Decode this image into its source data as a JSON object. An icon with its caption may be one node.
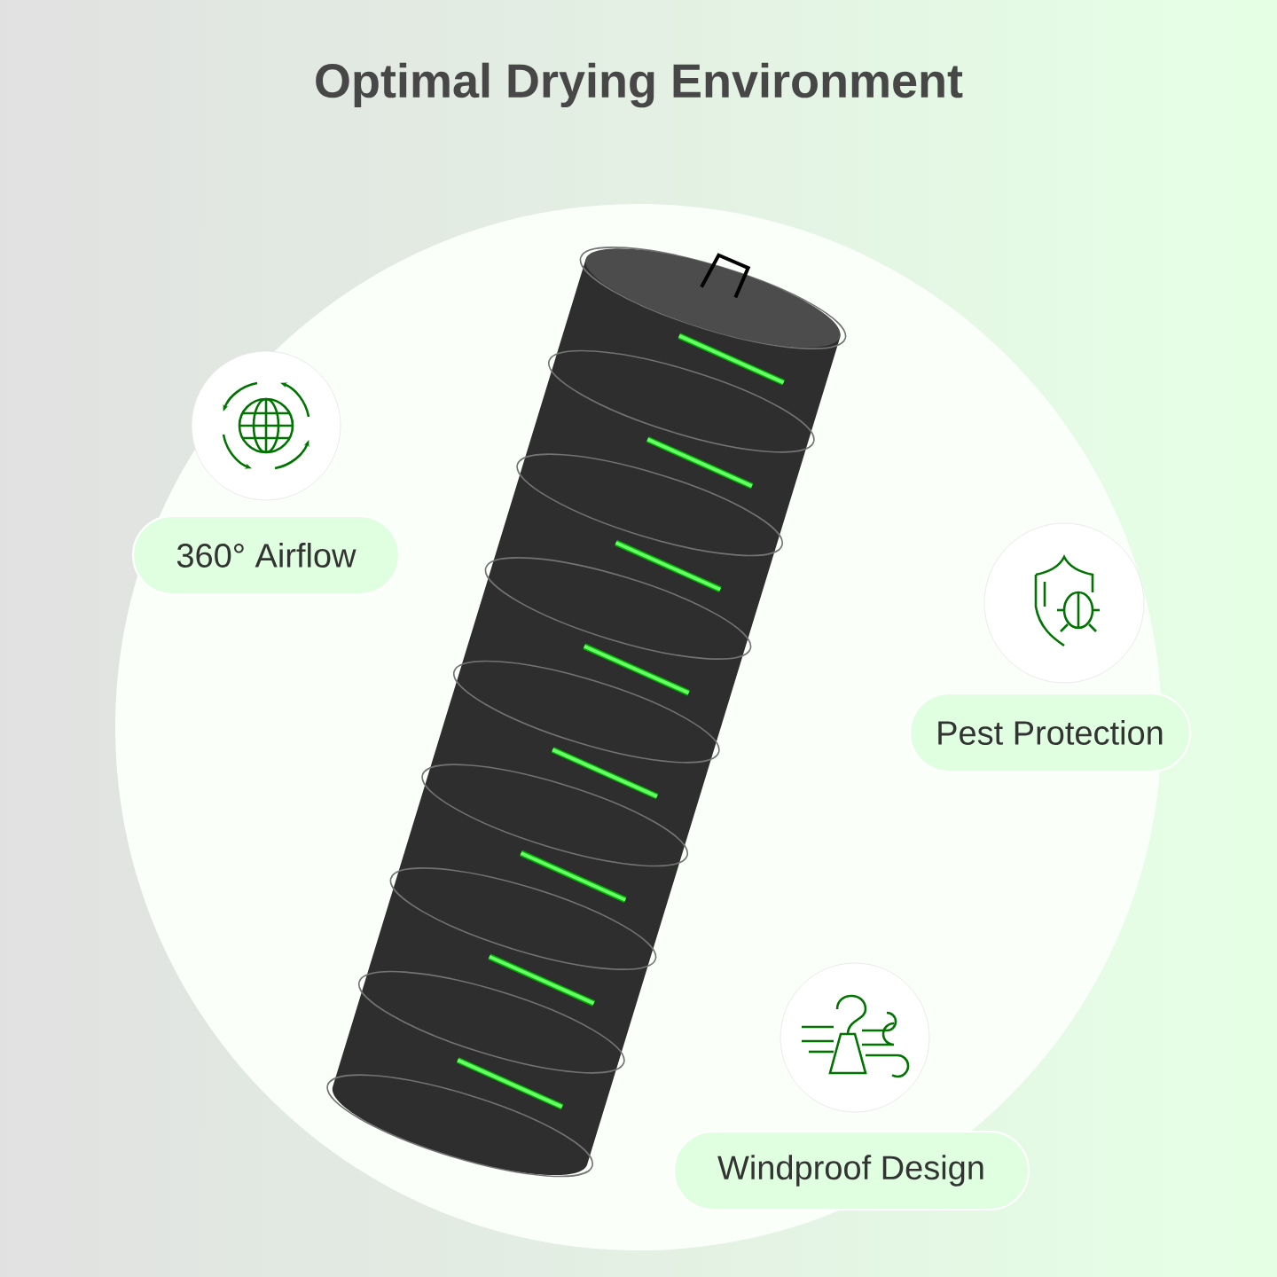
{
  "diagram": {
    "title": "Optimal Drying Environment",
    "nodes": [
      {
        "text": [
          "360° Airflow"
        ]
      },
      {
        "text": [
          "Pest Protection"
        ]
      },
      {
        "text": [
          "Windproof Design"
        ]
      }
    ]
  }
}
